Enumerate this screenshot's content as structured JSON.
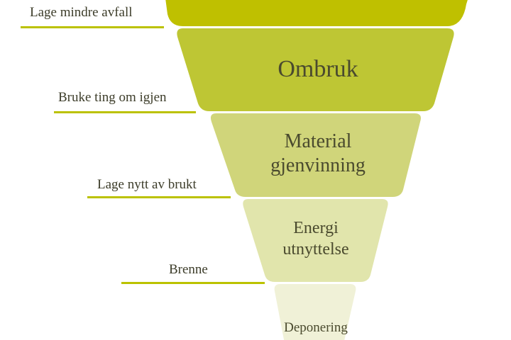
{
  "colors": {
    "level_1": "#bfc000",
    "level_2": "#bec634",
    "level_3": "#d0d57a",
    "level_4": "#e1e5ac",
    "level_5": "#f0f1d7",
    "line": "#bbc200",
    "text": "#4a4a2e"
  },
  "levels": [
    {
      "id": "reduksjon",
      "title": ""
    },
    {
      "id": "ombruk",
      "title": "Ombruk"
    },
    {
      "id": "materialgjenvinning",
      "title_line1": "Material",
      "title_line2": "gjenvinning"
    },
    {
      "id": "energiutnyttelse",
      "title_line1": "Energi",
      "title_line2": "utnyttelse"
    },
    {
      "id": "deponering",
      "title": "Deponering"
    }
  ],
  "side_labels": {
    "reduce": "Lage mindre avfall",
    "reuse": "Bruke ting om igjen",
    "recycle": "Lage nytt av brukt",
    "burn": "Brenne"
  }
}
